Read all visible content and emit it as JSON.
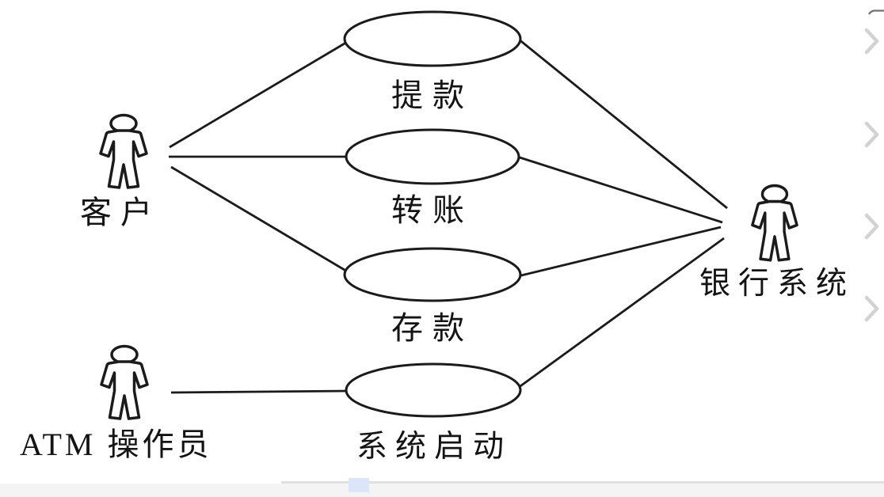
{
  "diagram": {
    "type": "uml-use-case-diagram",
    "subject": "ATM / bank system use case diagram",
    "actors": {
      "customer": "客户",
      "atm_operator": "ATM 操作员",
      "bank_system": "银行系统"
    },
    "use_cases": {
      "withdraw": "提款",
      "transfer": "转账",
      "deposit": "存款",
      "system_startup": "系统启动"
    },
    "associations": [
      {
        "from": "客户",
        "to": "提款"
      },
      {
        "from": "客户",
        "to": "转账"
      },
      {
        "from": "客户",
        "to": "存款"
      },
      {
        "from": "ATM 操作员",
        "to": "系统启动"
      },
      {
        "from": "提款",
        "to": "银行系统"
      },
      {
        "from": "转账",
        "to": "银行系统"
      },
      {
        "from": "存款",
        "to": "银行系统"
      },
      {
        "from": "系统启动",
        "to": "银行系统"
      }
    ],
    "colors": {
      "stroke": "#1b1b1b",
      "text": "#141414",
      "background": "#ffffff",
      "chevron": "#d2d2d2"
    }
  }
}
